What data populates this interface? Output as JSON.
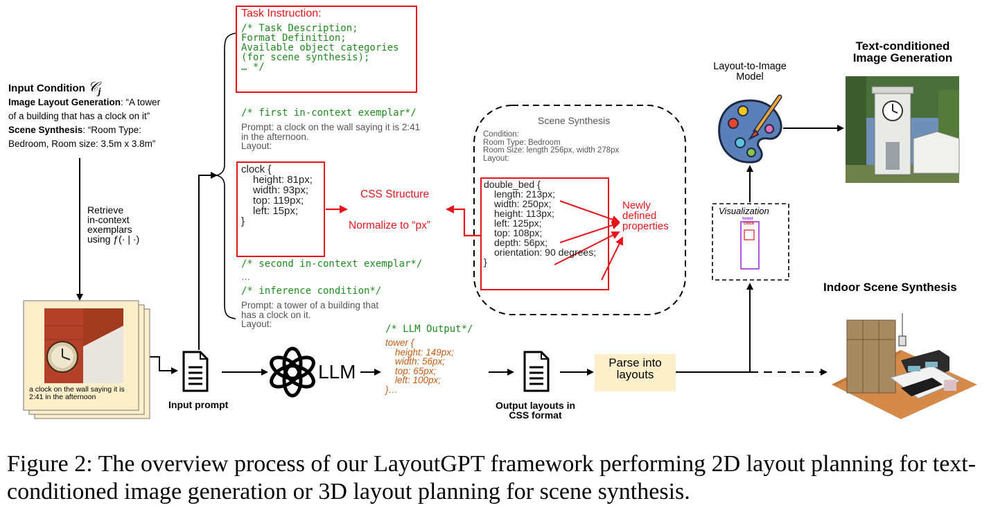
{
  "input_condition": {
    "title": "Input Condition",
    "symbol": "𝒞",
    "subscript": "j",
    "l1_bold": "Image Layout Generation",
    "l1_rest": ": “A tower",
    "l2": "of a building that has a clock on it”",
    "l3_bold": "Scene Synthesis",
    "l3_rest": ": “Room Type:",
    "l4": "Bedroom, Room size: 3.5m x 3.8m”"
  },
  "retrieve": [
    "Retrieve",
    "in-context",
    "exemplars",
    "using ƒ(· | ·)"
  ],
  "photo_caption": [
    "a clock on the wall saying it is",
    "2:41 in the afternoon"
  ],
  "input_prompt_label": "Input prompt",
  "task_instruction": {
    "title": "Task Instruction:",
    "lines": [
      "/* Task Description;",
      "Format Definition;",
      "Available object categories",
      "(for scene synthesis);",
      "… */"
    ]
  },
  "exemplar1": {
    "comment": "/* first in-context exemplar*/",
    "prompt1": "Prompt: a clock on the wall saying it is 2:41",
    "prompt2": "in the afternoon.",
    "layout": "Layout:",
    "css": [
      "clock {",
      "height: 81px;",
      "width: 93px;",
      "top: 119px;",
      "left: 15px;",
      "}"
    ]
  },
  "exemplar2_comment": "/* second in-context exemplar*/",
  "ellipsis": "…",
  "inference": {
    "comment": "/* inference condition*/",
    "prompt1": "Prompt: a tower of a building that",
    "prompt2": "has a clock on it.",
    "layout": "Layout:"
  },
  "css_structure": "CSS Structure",
  "normalize": "Normalize to “px”",
  "scene": {
    "title": "Scene Synthesis",
    "condition": "Condition:",
    "room_type": "Room Type: Bedroom",
    "room_size": "Room Size: length 256px, width 278px",
    "layout": "Layout:",
    "css": [
      "double_bed {",
      "length: 213px;",
      "width: 250px;",
      "height: 113px;",
      "left: 125px;",
      "top: 108px;",
      "depth: 56px;",
      "orientation: 90 degrees;",
      "}"
    ]
  },
  "newly": [
    "Newly",
    "defined",
    "properties"
  ],
  "llm_label": "LLM",
  "llm_output": {
    "comment": "/* LLM Output*/",
    "lines": [
      "tower {",
      "height: 149px;",
      "width: 56px;",
      "top: 65px;",
      "left: 100px;",
      "}…"
    ]
  },
  "output_layouts": [
    "Output layouts in",
    "CSS format"
  ],
  "parse": [
    "Parse into",
    "layouts"
  ],
  "layout_to_image": [
    "Layout-to-Image",
    "Model"
  ],
  "visualization": {
    "title": "Visualization",
    "tower": "tower",
    "clock": "clock"
  },
  "text_cond": [
    "Text-conditioned",
    "Image Generation"
  ],
  "indoor": "Indoor Scene Synthesis",
  "caption": "Figure 2: The overview process of our LayoutGPT framework performing 2D layout planning for text-conditioned image generation or 3D layout planning for scene synthesis.",
  "colors": {
    "red": "#e8141b",
    "green": "#1f8a1f",
    "orange": "#c55a11",
    "parse_bg": "#fdefc9",
    "photo_frame": "#fbeec8",
    "vis_purple": "#9b30d9"
  }
}
